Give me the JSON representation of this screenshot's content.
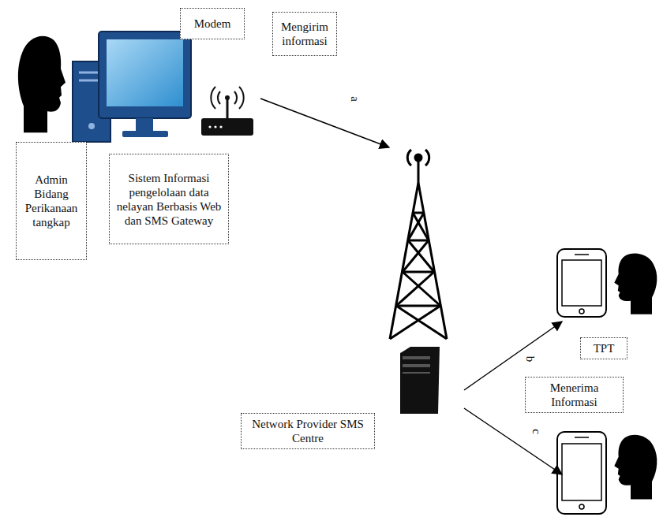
{
  "diagram": {
    "nodes": [
      {
        "text": [
          "Modem"
        ]
      },
      {
        "text": [
          "Mengirim informasi"
        ]
      },
      {
        "text": [
          "Admin Bidang Perikanaan tangkap"
        ]
      },
      {
        "text": [
          "Sistem Informasi pengelolaan data nelayan Berbasis Web dan SMS Gateway"
        ]
      },
      {
        "text": [
          "TPT"
        ]
      },
      {
        "text": [
          "Menerima Informasi"
        ]
      },
      {
        "text": [
          "Network Provider SMS Centre"
        ]
      }
    ],
    "labels": [
      "a",
      "b",
      "c"
    ]
  }
}
